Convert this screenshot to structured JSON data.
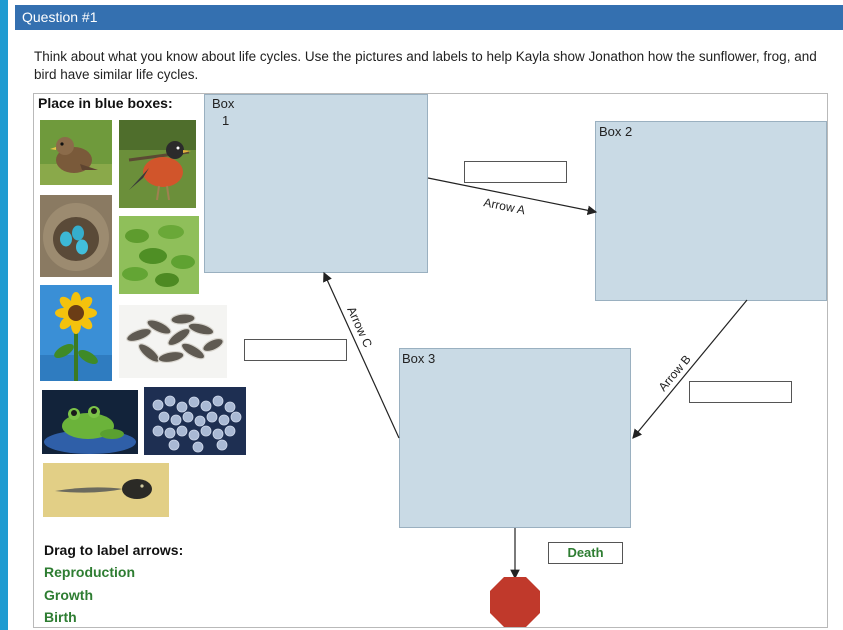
{
  "header": {
    "title": "Question #1"
  },
  "prompt": {
    "text": "Think about what you know about life cycles. Use the pictures and labels to help Kayla show Jonathon how the sunflower, frog, and bird have similar life cycles."
  },
  "palette": {
    "title": "Place in blue boxes:"
  },
  "boxes": {
    "box1_line1": "Box",
    "box1_line2": "1",
    "box2": "Box 2",
    "box3": "Box 3"
  },
  "arrows": {
    "a": "Arrow A",
    "b": "Arrow B",
    "c": "Arrow C"
  },
  "labels": {
    "title": "Drag to label arrows:",
    "items": [
      "Reproduction",
      "Growth",
      "Birth"
    ],
    "death": "Death"
  },
  "colors": {
    "header": "#3470b0",
    "box": "#c9dae5",
    "label_text": "#2e7d32",
    "stop": "#c0392b"
  },
  "images": [
    "baby-bird",
    "adult-robin",
    "bird-eggs-in-nest",
    "sprouts",
    "sunflower",
    "sunflower-seeds",
    "frog",
    "frog-eggs",
    "tadpole"
  ]
}
